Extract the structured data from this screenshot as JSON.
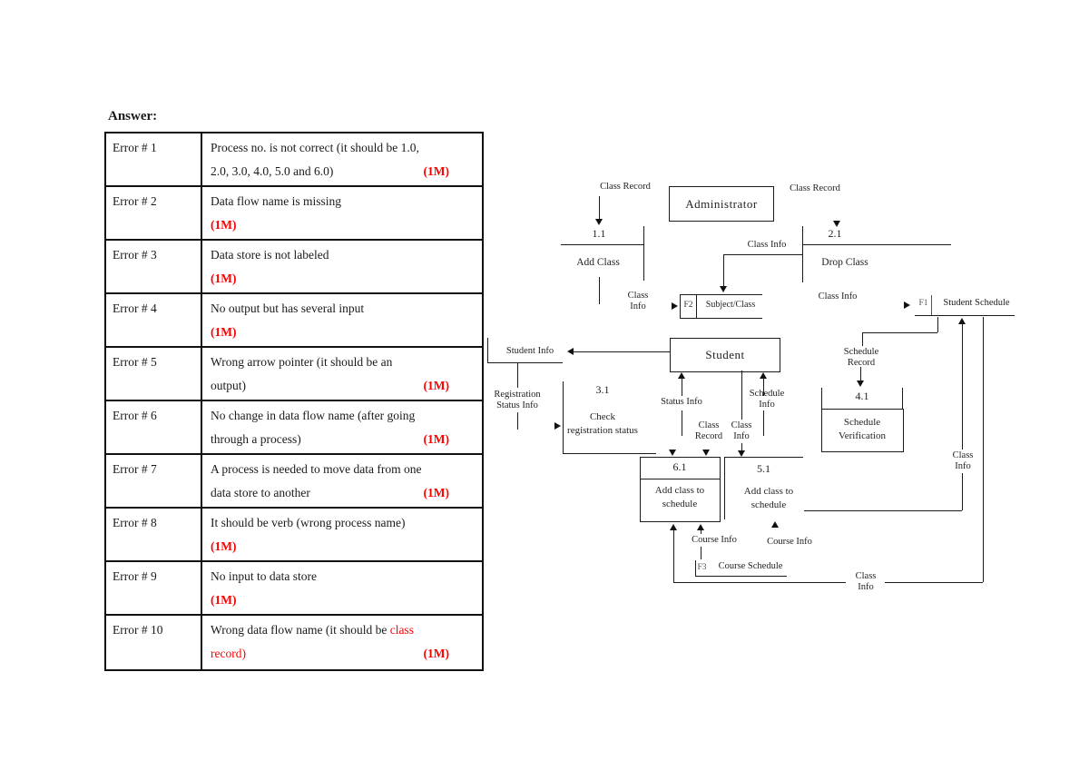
{
  "page": {
    "heading": "Answer:"
  },
  "error_table": {
    "rows": [
      {
        "label": "Error # 1",
        "line1": "Process no. is not correct (it should be 1.0,",
        "line2": "2.0, 3.0, 4.0, 5.0 and 6.0)",
        "mark": "(1M)"
      },
      {
        "label": "Error # 2",
        "line1": "Data flow name is missing",
        "line2": "",
        "mark": "(1M)"
      },
      {
        "label": "Error # 3",
        "line1": "Data store is not labeled",
        "line2": "",
        "mark": "(1M)"
      },
      {
        "label": "Error # 4",
        "line1": "No output but has several input",
        "line2": "",
        "mark": "(1M)"
      },
      {
        "label": "Error # 5",
        "line1": "Wrong arrow pointer (it should be an",
        "line2": "output)",
        "mark": "(1M)"
      },
      {
        "label": "Error # 6",
        "line1": "No change in data flow name (after going",
        "line2": "through a process)",
        "mark": "(1M)"
      },
      {
        "label": "Error # 7",
        "line1": "A process is needed to move data from one",
        "line2": "data store to another",
        "mark": "(1M)"
      },
      {
        "label": "Error # 8",
        "line1": "It should be verb (wrong process name)",
        "line2": "",
        "mark": "(1M)"
      },
      {
        "label": "Error # 9",
        "line1": "No input to data store",
        "line2": "",
        "mark": "(1M)"
      },
      {
        "label": "Error # 10",
        "line1_black": "Wrong data flow name (it should be ",
        "line1_red": "class",
        "line2_red": "record)",
        "mark": "(1M)"
      }
    ]
  },
  "diagram": {
    "entities": {
      "administrator": "Administrator",
      "student": "Student"
    },
    "processes": {
      "p11": {
        "num": "1.1",
        "name": "Add Class"
      },
      "p21": {
        "num": "2.1",
        "name": "Drop Class"
      },
      "p31": {
        "num": "3.1",
        "name": "Check registration status"
      },
      "p41": {
        "num": "4.1",
        "name": "Schedule Verification"
      },
      "p51": {
        "num": "5.1",
        "name": "Add class to schedule"
      },
      "p61": {
        "num": "6.1",
        "name": "Add class to schedule"
      }
    },
    "stores": {
      "subject_class": {
        "code": "F2",
        "name": "Subject/Class"
      },
      "student_schedule": {
        "code": "F1",
        "name": "Student Schedule"
      },
      "course_schedule": {
        "code": "F3",
        "name": "Course Schedule"
      },
      "student_info": {
        "name": "Student Info"
      }
    },
    "flow_labels": {
      "class_record": "Class Record",
      "class_info": "Class Info",
      "course_info": "Course Info",
      "status_info": "Status Info",
      "schedule_info": "Schedule Info",
      "schedule_record": "Schedule Record",
      "registration_status_info": "Registration Status Info"
    },
    "colors": {
      "line": "#1a1a1a",
      "mark_red": "#ff0000"
    }
  }
}
